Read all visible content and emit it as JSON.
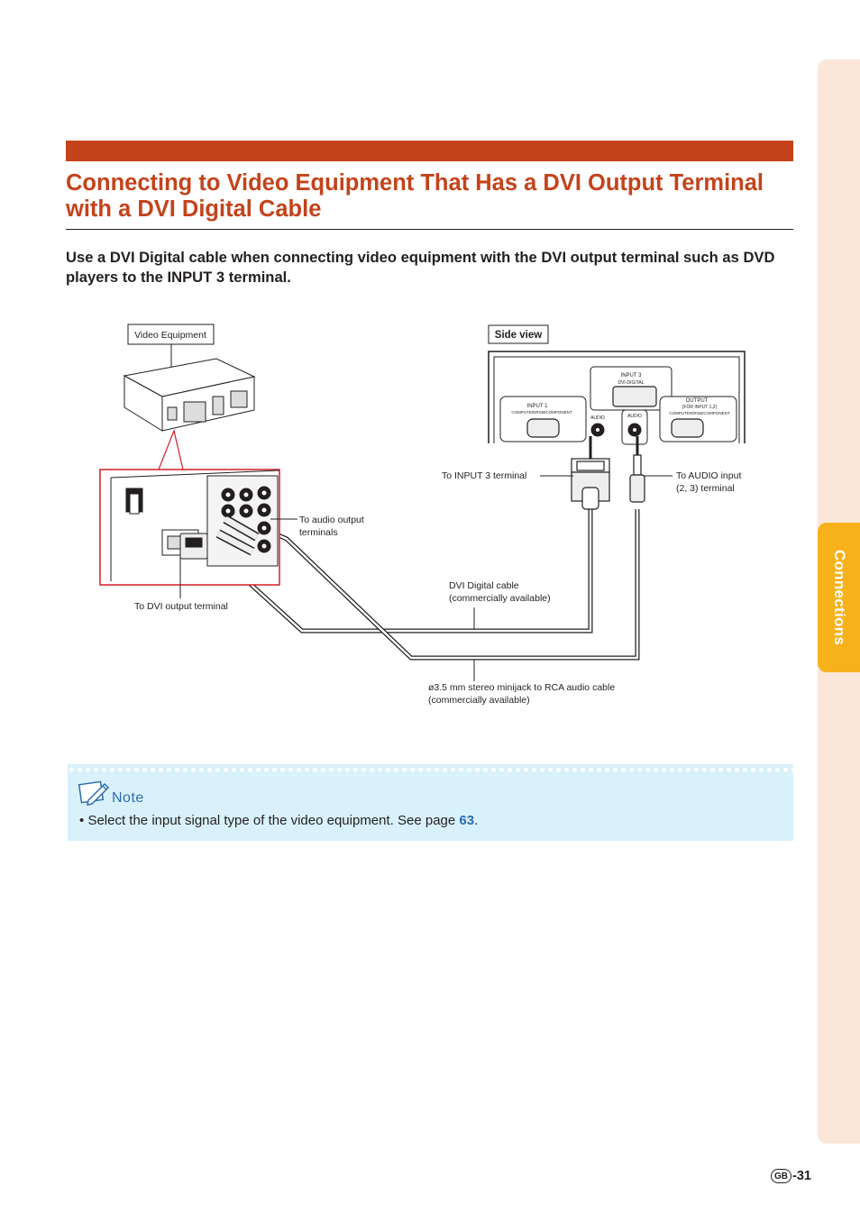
{
  "section_tab": {
    "label": "Connections"
  },
  "title": "Connecting to Video Equipment That Has a DVI Output Terminal with a DVI Digital Cable",
  "intro": "Use a DVI Digital cable when connecting video equipment with the DVI output terminal such as DVD players to the INPUT 3 terminal.",
  "diagram": {
    "video_equipment_label": "Video Equipment",
    "side_view_label": "Side view",
    "panel": {
      "input3_label": "INPUT 3",
      "dvi_digital_label": "DVI-DIGITAL",
      "input1_label": "INPUT 1",
      "input1_sub": "COMPUTER/RGB/COMPONENT",
      "audio_label": "AUDIO",
      "audio_in_label": "AUDIO",
      "output_label": "OUTPUT",
      "output_for_label": "(FOR INPUT 1,2)",
      "output_sub": "COMPUTER/RGB/COMPONENT"
    },
    "to_input3": "To INPUT 3 terminal",
    "to_audio_input_1": "To AUDIO input",
    "to_audio_input_2": "(2, 3) terminal",
    "to_audio_output_1": "To audio output",
    "to_audio_output_2": "terminals",
    "dvi_cable_1": "DVI Digital cable",
    "dvi_cable_2": "(commercially available)",
    "to_dvi_output": "To DVI output terminal",
    "minijack_cable_1": "ø3.5 mm stereo minijack to RCA audio cable",
    "minijack_cable_2": "(commercially available)"
  },
  "note": {
    "title": "Note",
    "bullet": "•",
    "text_before": "Select the input signal type of the video equipment. See page",
    "page_ref": "63",
    "text_after": "."
  },
  "footer": {
    "badge": "GB",
    "page": "-31"
  },
  "colors": {
    "accent": "#c4431b",
    "tab": "#f7b11b",
    "side_strip": "#fbe7d9",
    "note_bg": "#d9f1fb",
    "link": "#2c6db4"
  }
}
